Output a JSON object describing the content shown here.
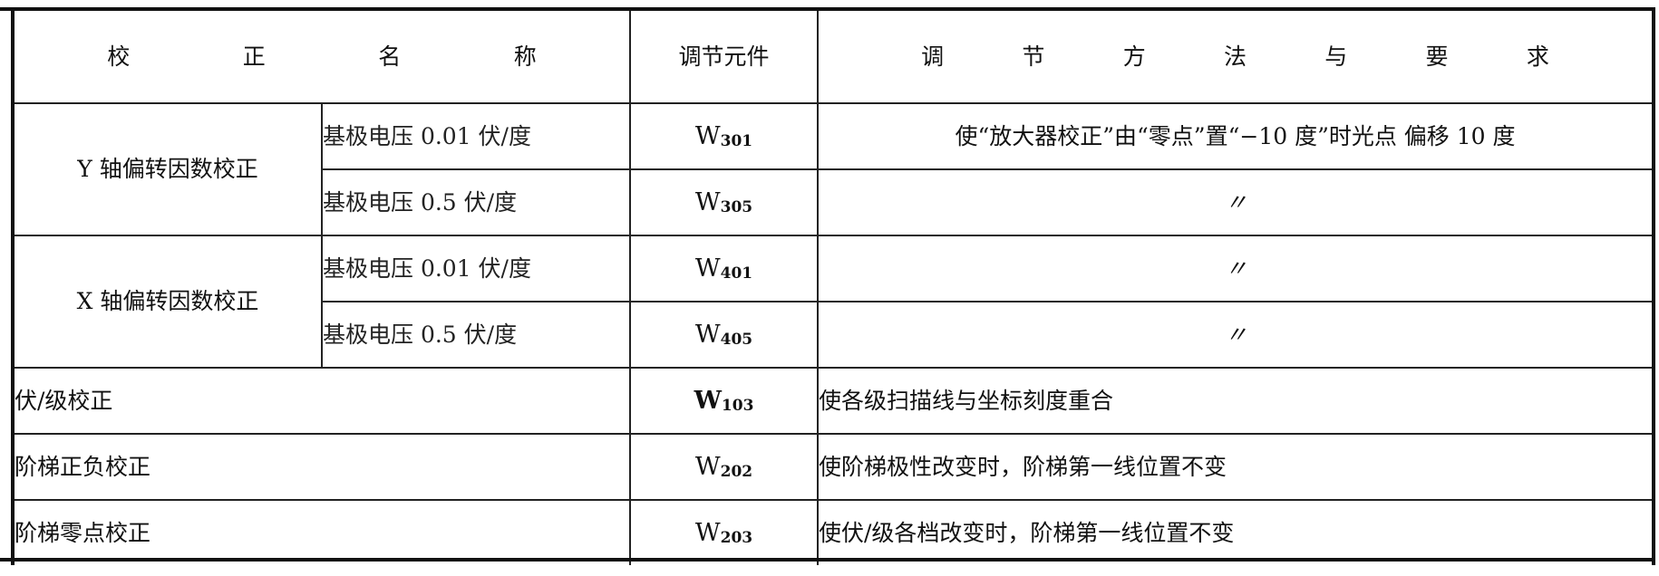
{
  "table": {
    "headers": {
      "name": [
        "校",
        "正",
        "名",
        "称"
      ],
      "element": "调节元件",
      "method": [
        "调",
        "节",
        "方",
        "法",
        "与",
        "要",
        "求"
      ]
    },
    "groups": [
      {
        "label": "Y 轴偏转因数校正",
        "rows": [
          {
            "sub": "基极电压 0.01 伏/度",
            "element_base": "W",
            "element_sub": "301",
            "method": "使“放大器校正”由“零点”置“−10 度”时光点 偏移 10 度"
          },
          {
            "sub": "基极电压 0.5 伏/度",
            "element_base": "W",
            "element_sub": "305",
            "method": "〃"
          }
        ]
      },
      {
        "label": "X 轴偏转因数校正",
        "rows": [
          {
            "sub": "基极电压 0.01 伏/度",
            "element_base": "W",
            "element_sub": "401",
            "method": "〃"
          },
          {
            "sub": "基极电压 0.5 伏/度",
            "element_base": "W",
            "element_sub": "405",
            "method": "〃"
          }
        ]
      }
    ],
    "single_rows": [
      {
        "name": "伏/级校正",
        "element_base": "W",
        "element_sub": "103",
        "method": "使各级扫描线与坐标刻度重合"
      },
      {
        "name": "阶梯正负校正",
        "element_base": "W",
        "element_sub": "202",
        "method": "使阶梯极性改变时，阶梯第一线位置不变"
      },
      {
        "name": "阶梯零点校正",
        "element_base": "W",
        "element_sub": "203",
        "method": "使伏/级各档改变时，阶梯第一线位置不变"
      }
    ]
  }
}
